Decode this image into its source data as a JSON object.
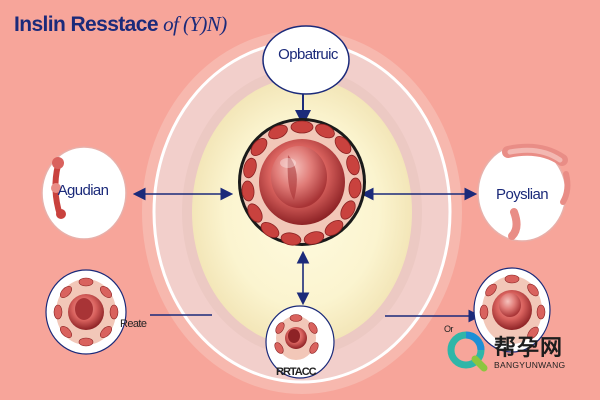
{
  "title": {
    "main": "Inslin Resstace ",
    "tail": "of (Y)N)"
  },
  "nodes": {
    "top": "Opbatruic",
    "left": "Agudian",
    "right": "Poyslian",
    "bottom_left": "Reate",
    "bottom_center": "RRTACC",
    "bottom_right": "Or"
  },
  "watermark": {
    "chinese": "帮孕网",
    "english": "BANGYUNWANG"
  },
  "colors": {
    "background": "#f7a59a",
    "ring": "#f2cfcb",
    "inner_circle": "#fbf4cf",
    "arrow": "#1b2a7a",
    "label_text": "#1b2a7a",
    "tissue": "#c9423e"
  },
  "icons": [
    "central-cell-icon",
    "left-tissue-icon",
    "right-tissue-icon",
    "bottom-left-cell-icon",
    "bottom-center-cell-icon",
    "bottom-right-cell-icon",
    "watermark-logo-icon"
  ]
}
